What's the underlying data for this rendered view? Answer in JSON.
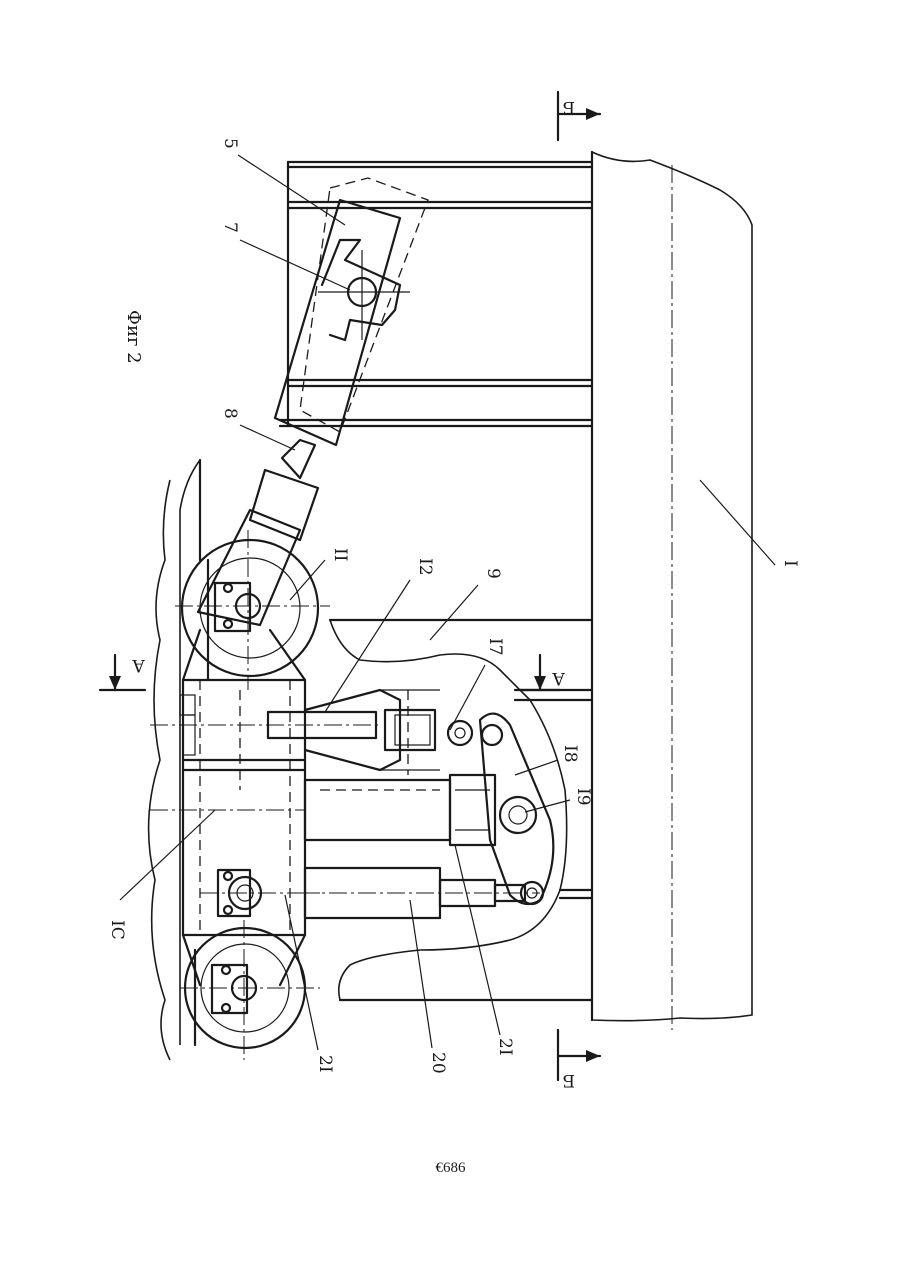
{
  "figure": {
    "caption": "Фиг 2",
    "section_marks": {
      "a": "А",
      "b": "Б"
    },
    "labels": {
      "part_1": "I",
      "part_5": "5",
      "part_7": "7",
      "part_8": "8",
      "part_9": "9",
      "part_10": "IC",
      "part_11": "II",
      "part_12": "I2",
      "part_17": "I7",
      "part_18": "I8",
      "part_19": "I9",
      "part_20": "20",
      "part_21": "2I"
    }
  },
  "page": {
    "number": "€686"
  }
}
